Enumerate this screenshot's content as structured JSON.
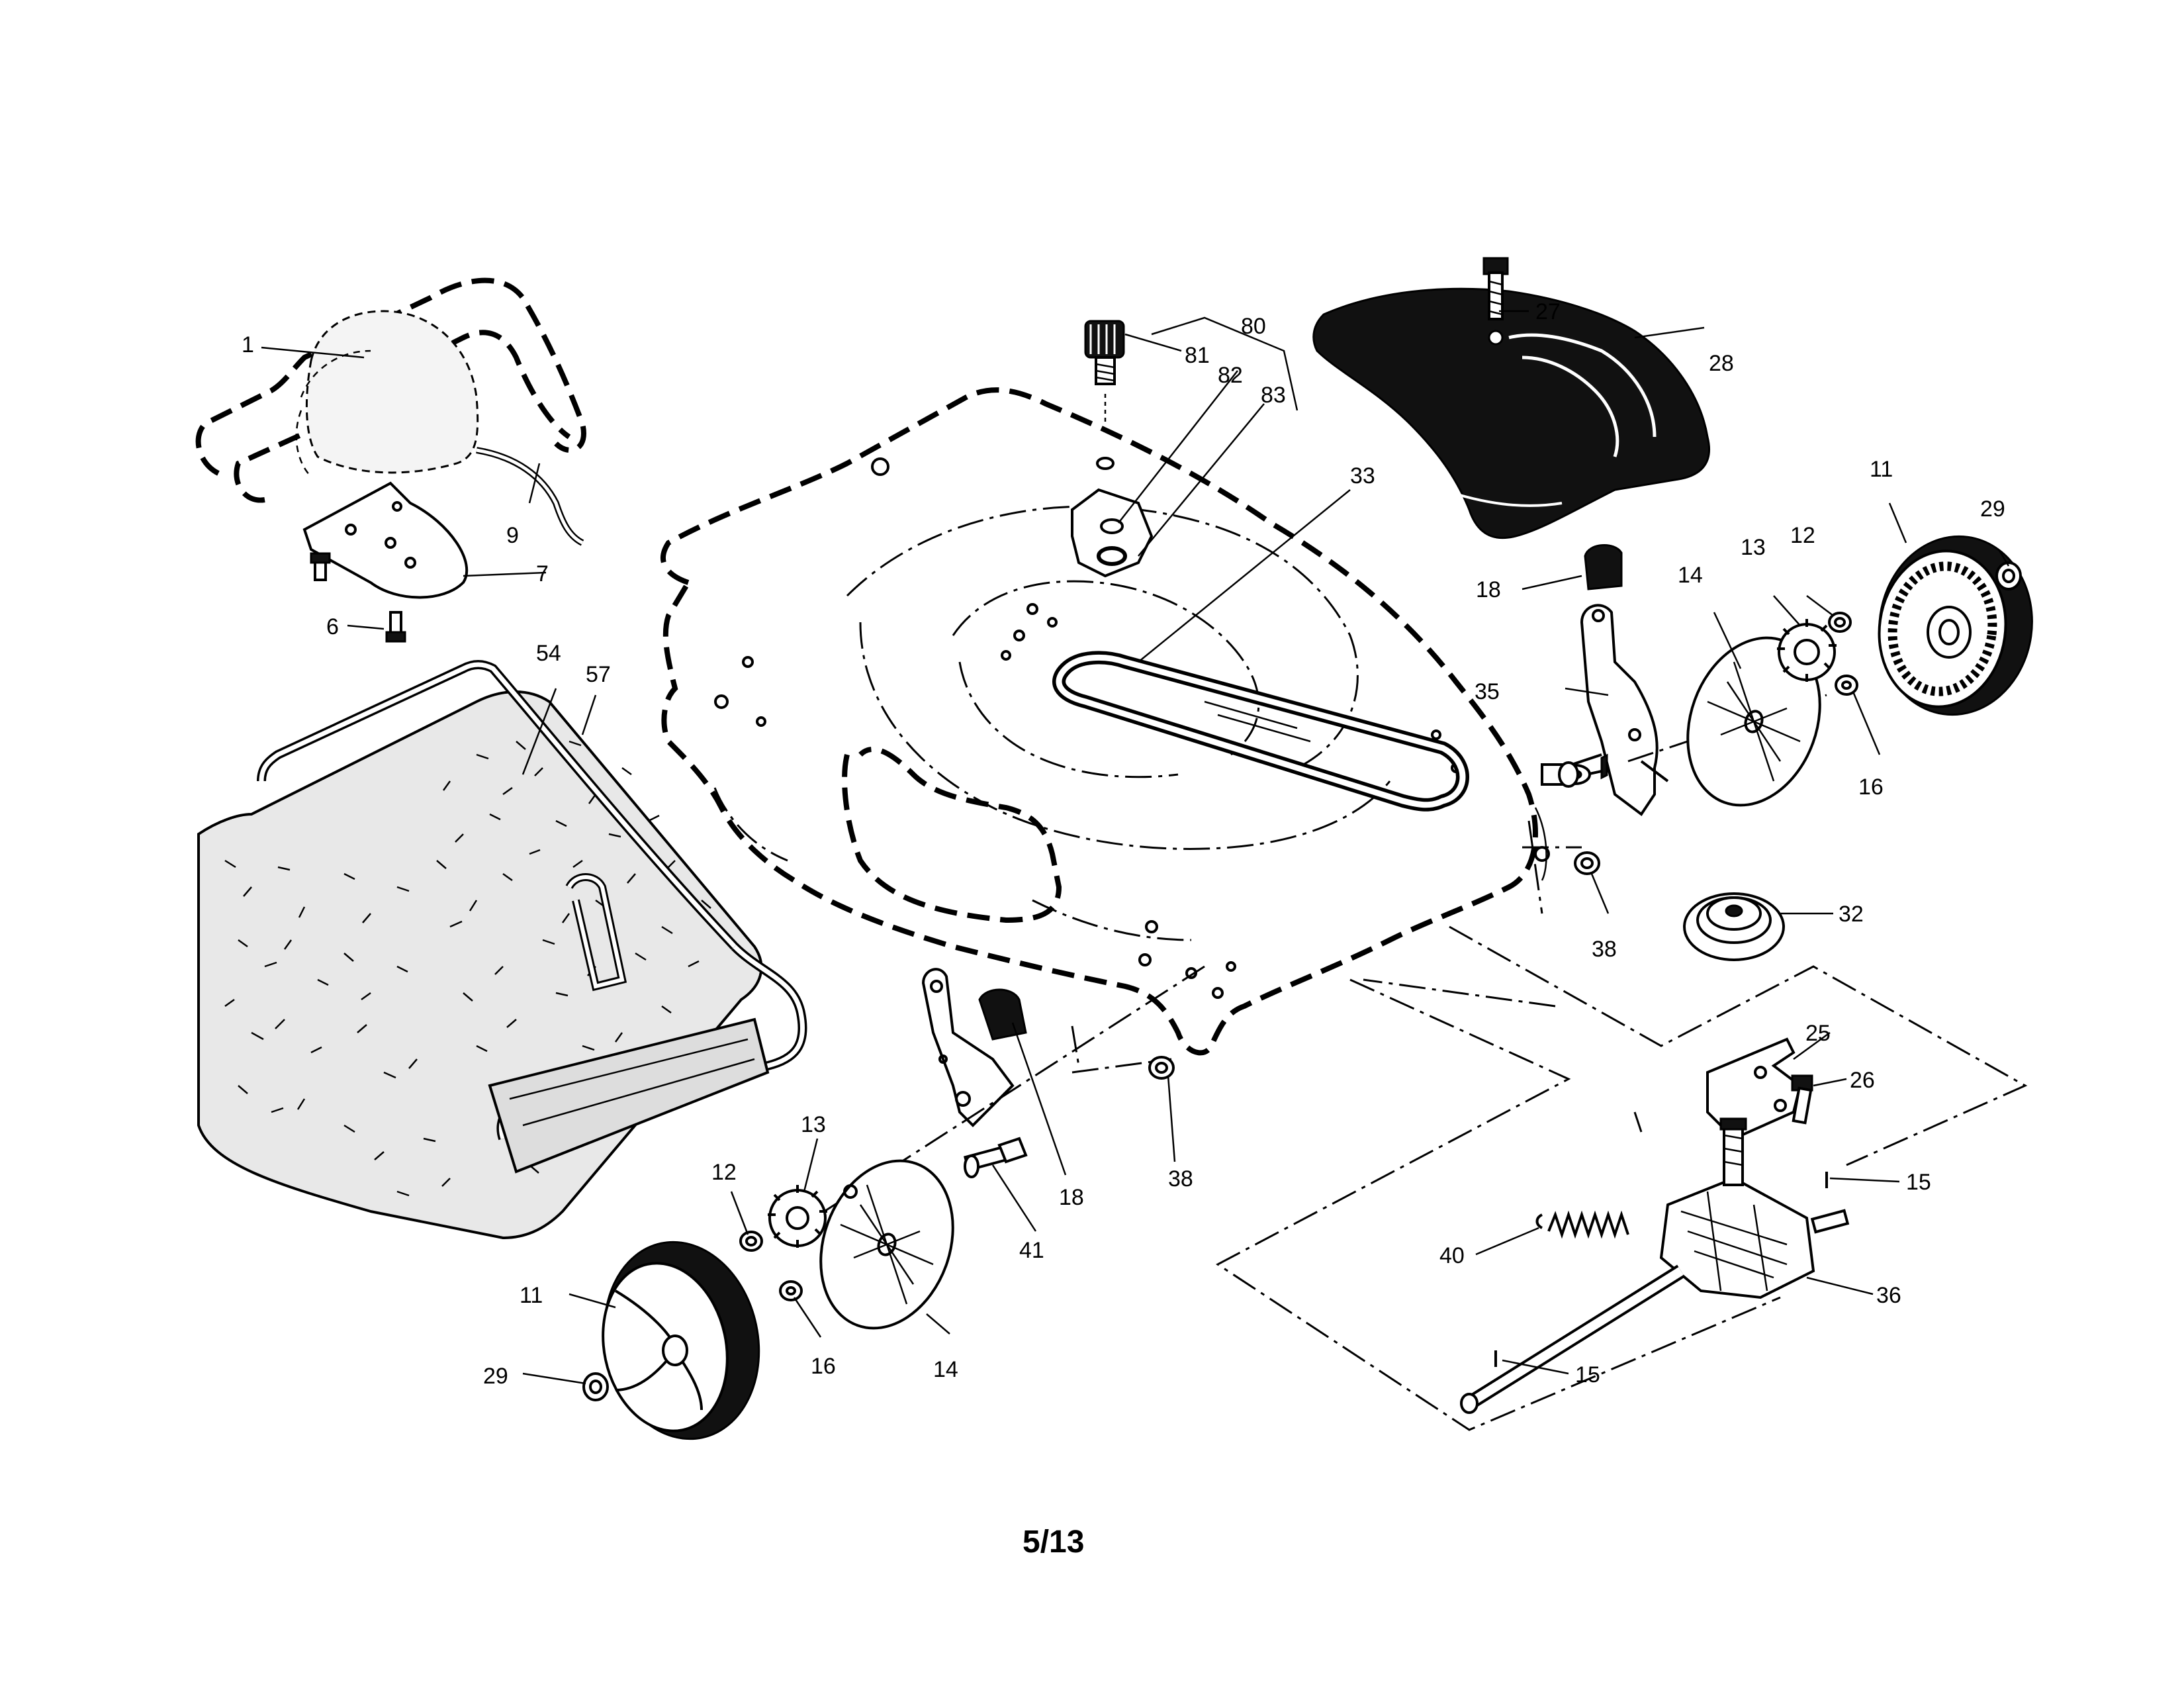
{
  "page_number": "5/13",
  "callouts": {
    "c1": "1",
    "c9": "9",
    "c7": "7",
    "c6": "6",
    "c54": "54",
    "c57": "57",
    "c81": "81",
    "c80": "80",
    "c82": "82",
    "c83": "83",
    "c33": "33",
    "c27": "27",
    "c28": "28",
    "c11_right": "11",
    "c29_right": "29",
    "c13_right": "13",
    "c12_right": "12",
    "c14_right": "14",
    "c18_right": "18",
    "c35": "35",
    "c16_right": "16",
    "c38_right": "38",
    "c32": "32",
    "c25": "25",
    "c26": "26",
    "c15_top": "15",
    "c36": "36",
    "c40": "40",
    "c15_bottom": "15",
    "c38_left": "38",
    "c18_left": "18",
    "c41": "41",
    "c13_left": "13",
    "c12_left": "12",
    "c11_left": "11",
    "c29_left": "29",
    "c16_left": "16",
    "c14_left": "14"
  }
}
